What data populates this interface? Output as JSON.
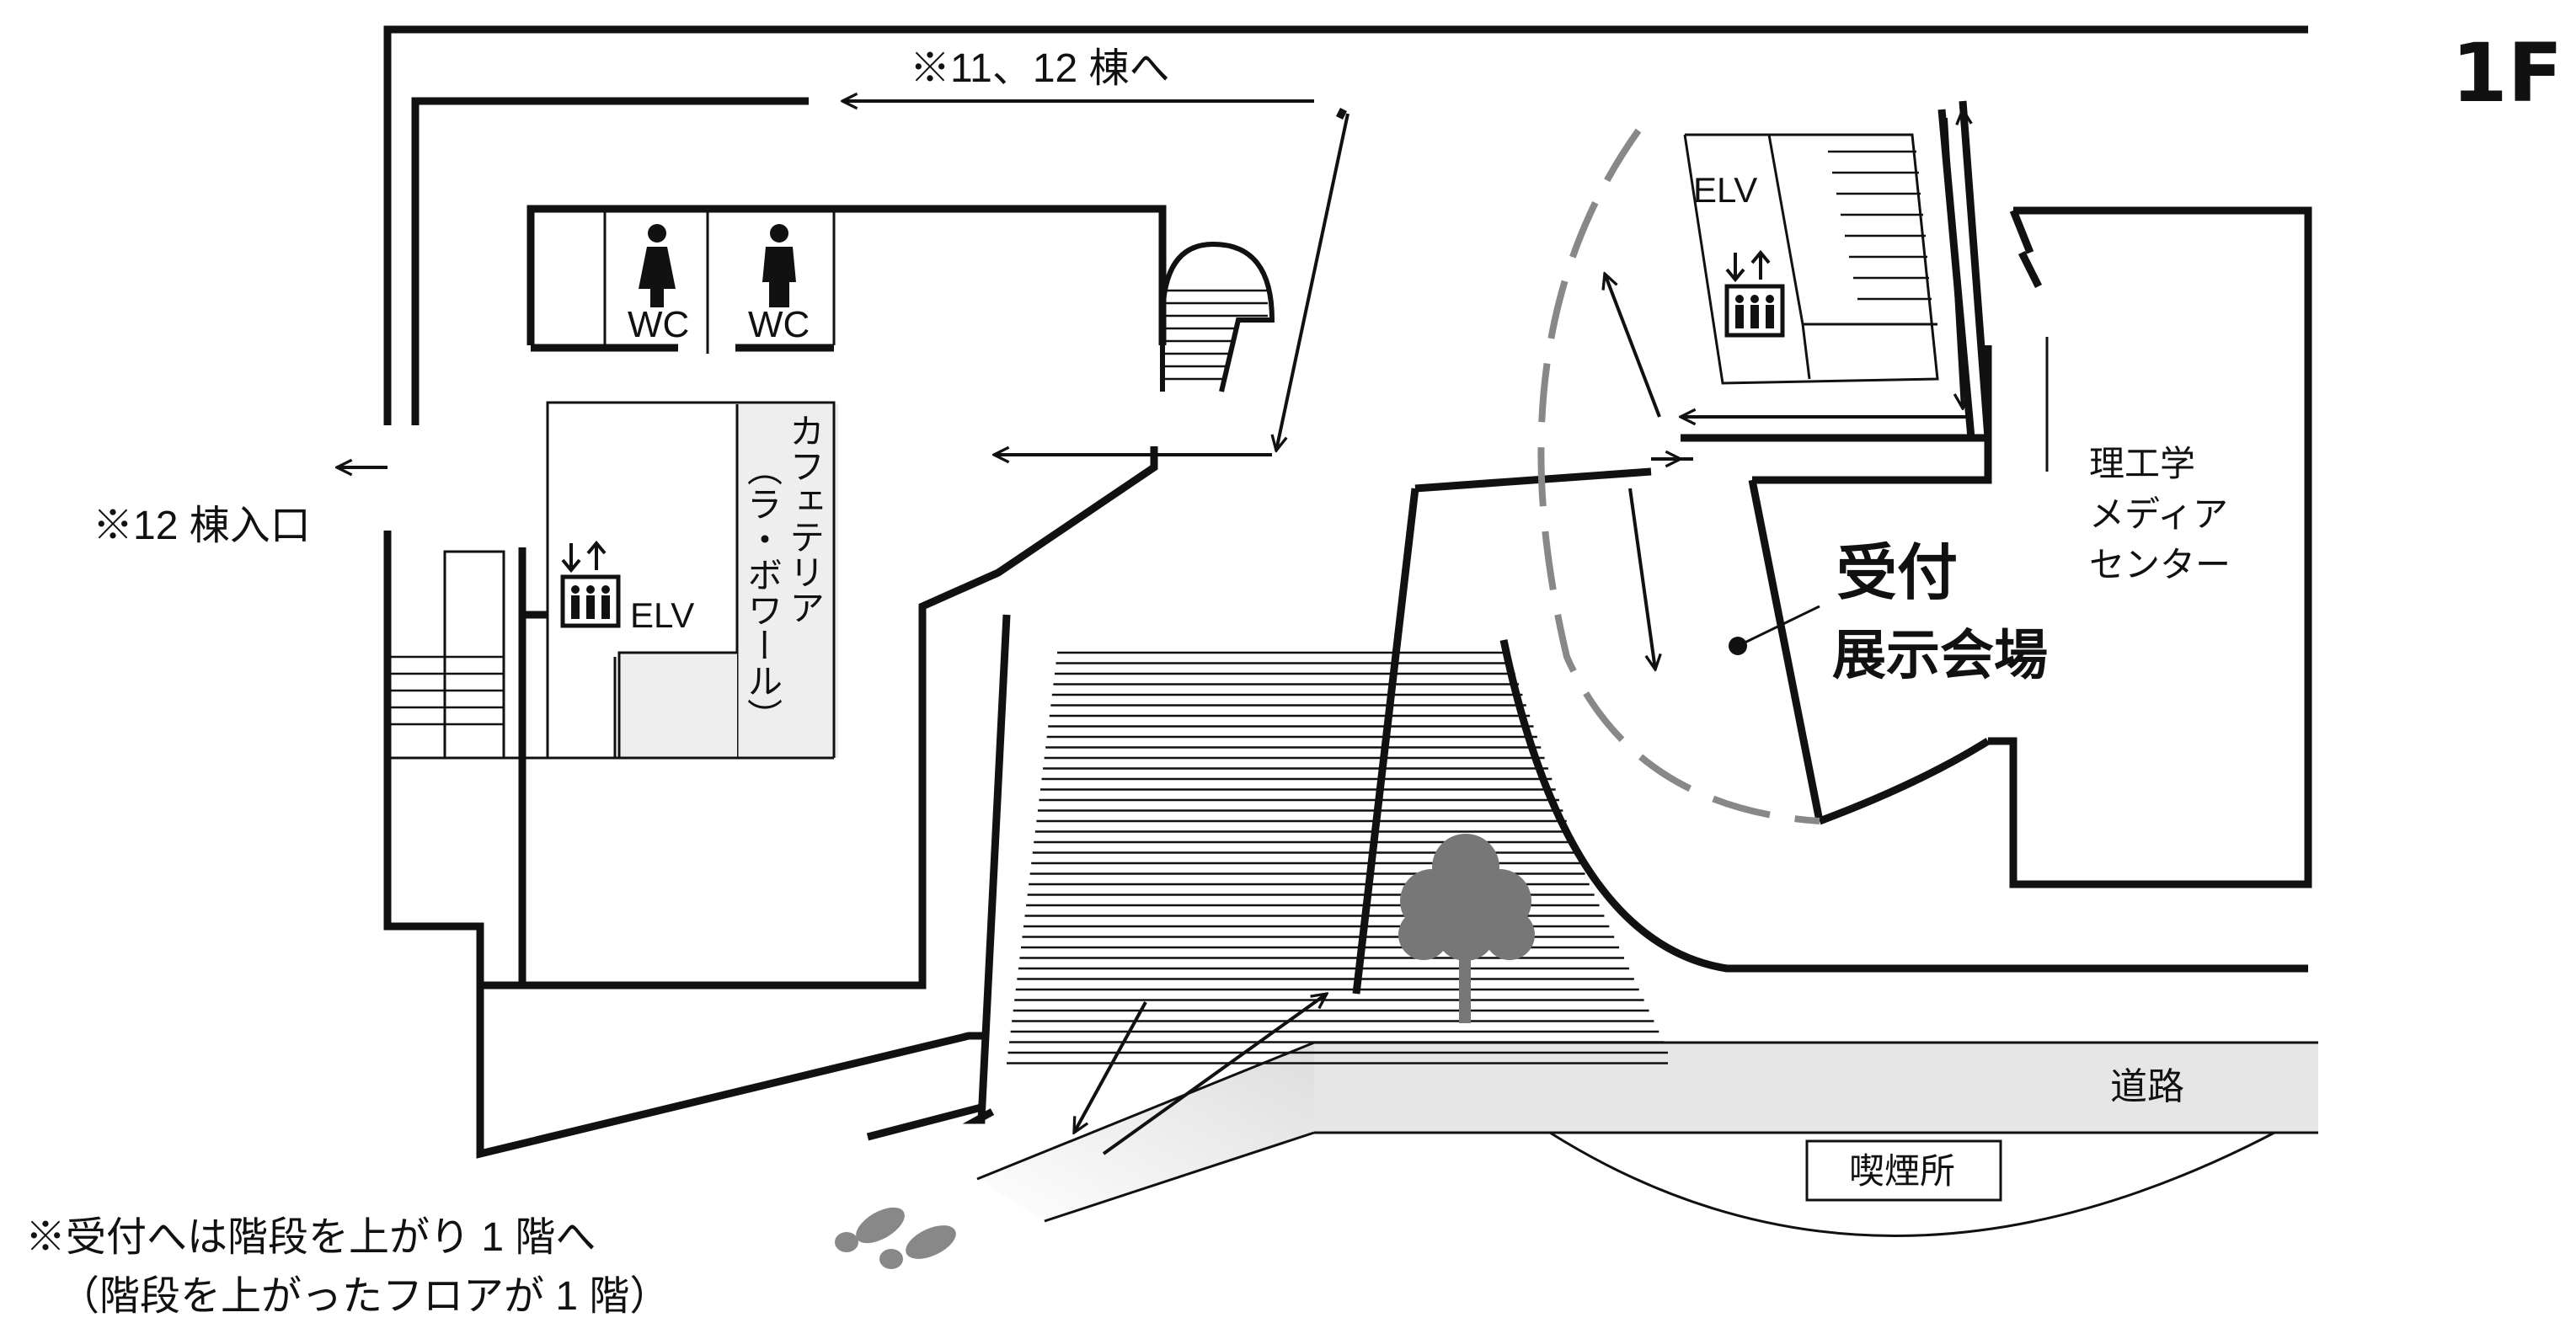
{
  "floor_label": "1F",
  "labels": {
    "to_bldg_11_12": "※11、12 棟へ",
    "bldg12_entrance": "※12 棟入口",
    "wc_women": "WC",
    "wc_men": "WC",
    "elv_left": "ELV",
    "elv_right": "ELV",
    "cafeteria_line1": "カフェテリア",
    "cafeteria_line2": "（ラ・ボワール）",
    "media_center_line1": "理工学",
    "media_center_line2": "メディア",
    "media_center_line3": "センター",
    "reception_line1": "受付",
    "reception_line2": "展示会場",
    "road": "道路",
    "smoking_area": "喫煙所",
    "note_line1": "※受付へは階段を上がり 1 階へ",
    "note_line2": "（階段を上がったフロアが 1 階）"
  },
  "colors": {
    "wall": "#111111",
    "road_fill": "#e6e6e6",
    "room_fill": "#eeeeee",
    "dashed_boundary": "#888888",
    "tree": "#777777"
  },
  "icons": [
    "woman-icon",
    "man-icon",
    "elevator-icon",
    "tree-icon",
    "footprints-icon",
    "route-arrow-icon"
  ]
}
